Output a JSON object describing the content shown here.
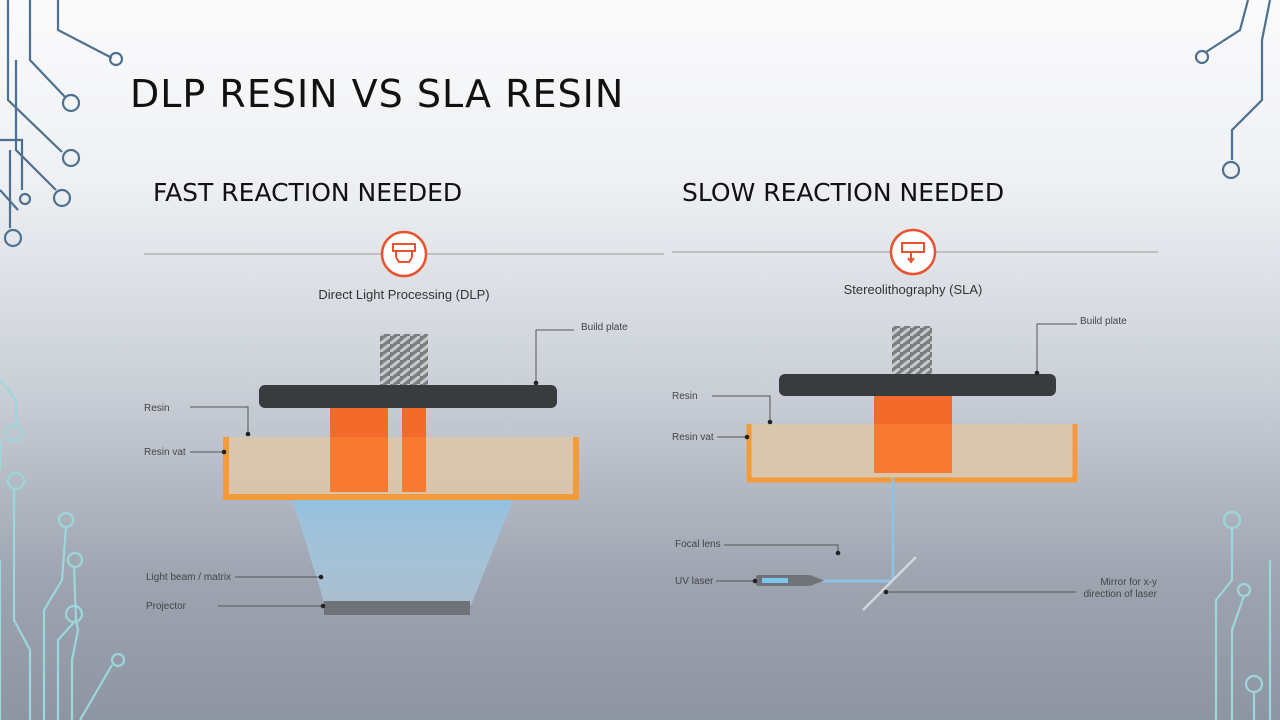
{
  "slide": {
    "title": "DLP RESIN VS SLA RESIN"
  },
  "dlp": {
    "heading": "FAST REACTION NEEDED",
    "caption": "Direct Light Processing (DLP)",
    "labels": {
      "build_plate": "Build plate",
      "resin": "Resin",
      "resin_vat": "Resin vat",
      "light_beam": "Light beam / matrix",
      "projector": "Projector"
    }
  },
  "sla": {
    "heading": "SLOW REACTION NEEDED",
    "caption": "Stereolithography (SLA)",
    "labels": {
      "build_plate": "Build plate",
      "resin": "Resin",
      "resin_vat": "Resin vat",
      "focal_lens": "Focal lens",
      "uv_laser": "UV laser",
      "mirror_line1": "Mirror for x-y",
      "mirror_line2": "direction of laser"
    }
  },
  "colors": {
    "accent": "#e9532f",
    "vat_orange": "#f59a3a",
    "resin_fill": "#dcc6aa",
    "build_plate": "#3a3b3e",
    "beam_blue": "#8fc2e3",
    "circuit_dark": "#4a6f8e",
    "circuit_light": "#9fdde0"
  }
}
